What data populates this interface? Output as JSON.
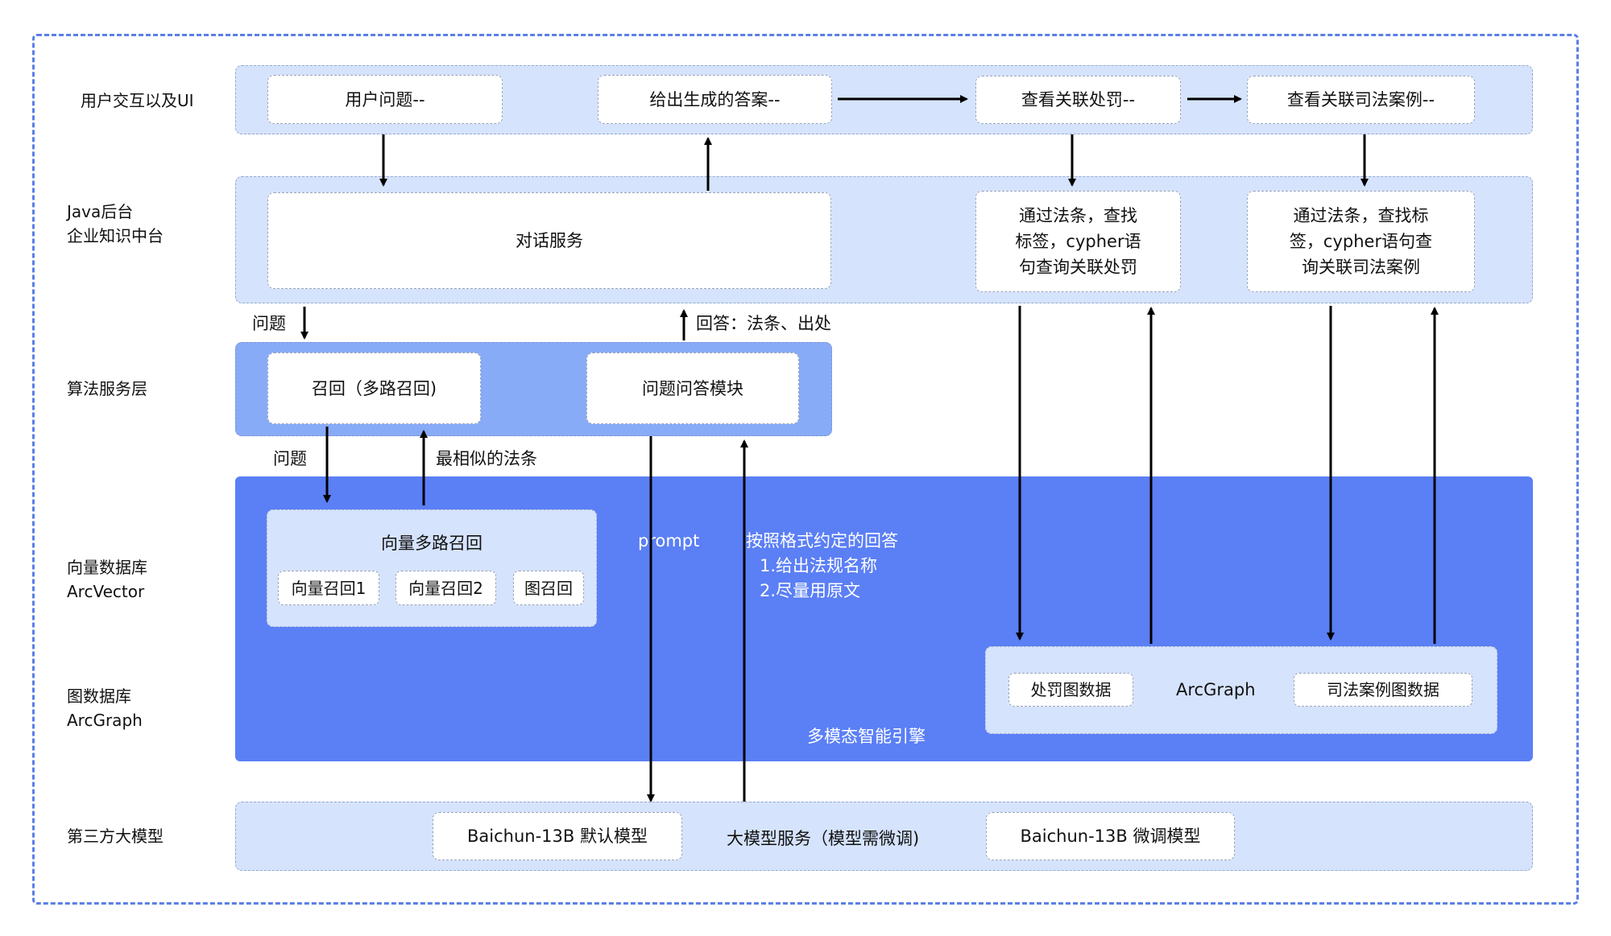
{
  "layers": {
    "ui": "用户交互以及UI",
    "java_line1": "Java后台",
    "java_line2": "企业知识中台",
    "algorithm": "算法服务层",
    "vector_line1": "向量数据库",
    "vector_line2": "ArcVector",
    "graph_line1": "图数据库",
    "graph_line2": "ArcGraph",
    "llm": "第三方大模型"
  },
  "ui_row": {
    "user_question": "用户问题--",
    "generated_answer": "给出生成的答案--",
    "view_penalty": "查看关联处罚--",
    "view_cases": "查看关联司法案例--"
  },
  "java_row": {
    "dialog_service": "对话服务",
    "penalty_query": [
      "通过法条，查找",
      "标签，cypher语",
      "句查询关联处罚"
    ],
    "case_query": [
      "通过法条，查找标",
      "签，cypher语句查",
      "询关联司法案例"
    ]
  },
  "edge_labels": {
    "question_to_algo": "问题",
    "answer_from_algo": "回答：法条、出处",
    "question_to_vector": "问题",
    "most_similar": "最相似的法条",
    "prompt": "prompt",
    "format_answer": [
      "按照格式约定的回答",
      "1.给出法规名称",
      "2.尽量用原文"
    ]
  },
  "algorithm_row": {
    "recall": "召回（多路召回)",
    "qa_module": "问题问答模块"
  },
  "engine": {
    "title": "多模态智能引擎",
    "vector_title": "向量多路召回",
    "vector_items": [
      "向量召回1",
      "向量召回2",
      "图召回"
    ],
    "graph_penalty": "处罚图数据",
    "graph_name": "ArcGraph",
    "graph_cases": "司法案例图数据"
  },
  "llm_row": {
    "default_model": "Baichun-13B 默认模型",
    "service": "大模型服务（模型需微调)",
    "finetuned_model": "Baichun-13B 微调模型"
  },
  "colors": {
    "outer_border": "#5b7fe6",
    "light_panel": "#d5e3fc",
    "mid_panel": "#88abf7",
    "engine_panel": "#5b7ff5",
    "arrow": "#000000"
  }
}
